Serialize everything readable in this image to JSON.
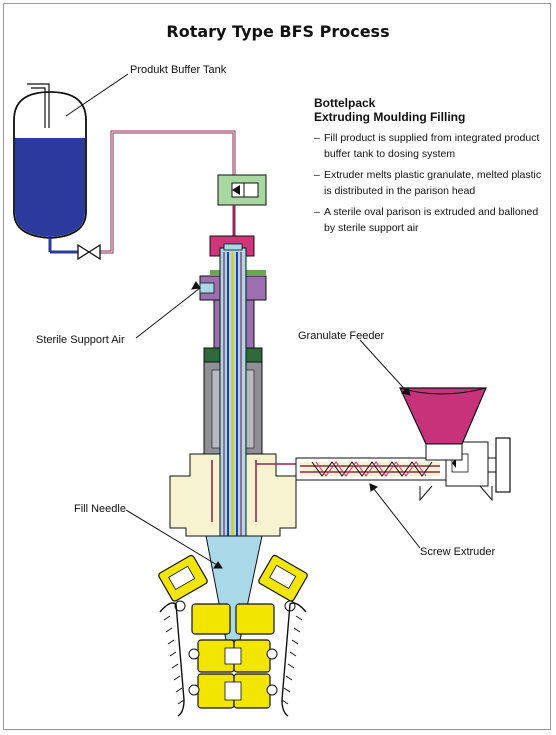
{
  "title": "Rotary Type BFS Process",
  "labels": {
    "buffer_tank": "Produkt Buffer Tank",
    "sterile_air": "Sterile Support Air",
    "granulate_feeder": "Granulate Feeder",
    "fill_needle": "Fill Needle",
    "screw_extruder": "Screw Extruder"
  },
  "description": {
    "heading_1": "Bottelpack",
    "heading_2": "Extruding Moulding Filling",
    "points": [
      "Fill product is supplied from integrated product buffer tank to dosing system",
      "Extruder melts plastic granulate, melted plastic is distributed in the parison head",
      "A sterile oval parison is extruded and balloned by sterile support air"
    ]
  },
  "colors": {
    "product_blue": "#2b3a9c",
    "pipe": "#8a2a55",
    "parison_blue": "#a9d8e8",
    "mould_yellow": "#f2e600",
    "head_cream": "#f7f2cf",
    "granulate": "#c8327a",
    "valve_green": "#a8d8a0",
    "head_purple": "#9b6fb0",
    "band_green": "#2f6b3a",
    "grey_block": "#8f8f96"
  }
}
